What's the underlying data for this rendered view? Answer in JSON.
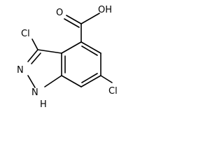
{
  "molecule": {
    "atom_labels": {
      "carboxyl_oh": "OH",
      "carbonyl_o": "O",
      "chloro_3": "Cl",
      "chloro_6": "Cl",
      "n2": "N",
      "n1": "N",
      "n1_h": "H"
    }
  }
}
